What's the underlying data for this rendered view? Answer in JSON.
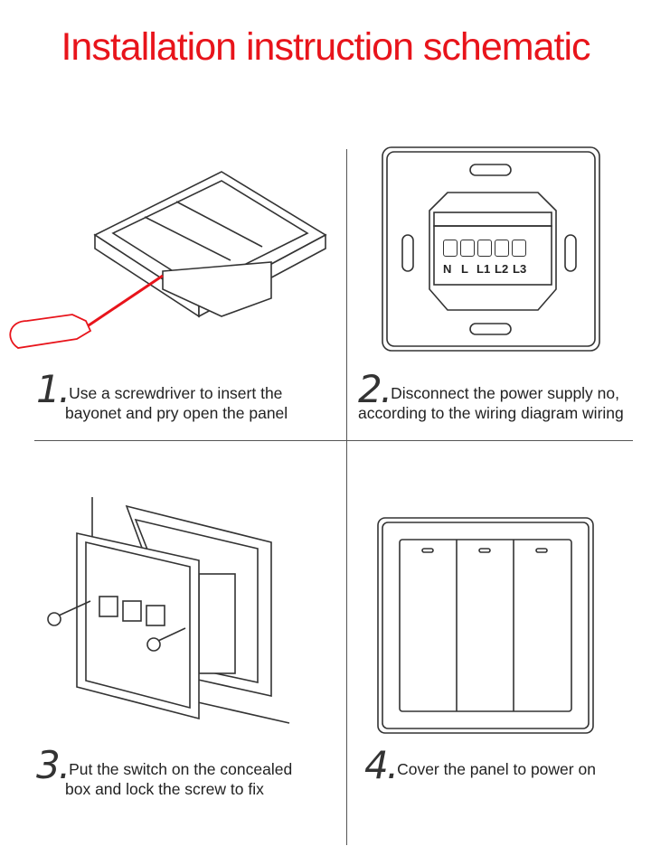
{
  "title": "Installation instruction schematic",
  "steps": [
    {
      "number": "1.",
      "line1": "Use a screwdriver to insert the",
      "line2": "bayonet and pry open the panel"
    },
    {
      "number": "2.",
      "line1": "Disconnect the power supply no,",
      "line2": "according to the wiring diagram wiring"
    },
    {
      "number": "3.",
      "line1": "Put the switch on the concealed",
      "line2": "box and lock the screw to fix"
    },
    {
      "number": "4.",
      "line1": "Cover the panel to power on",
      "line2": ""
    }
  ],
  "terminals": [
    "N",
    "L",
    "L1",
    "L2",
    "L3"
  ],
  "colors": {
    "title": "#e8141b",
    "screwdriver": "#e8141b"
  }
}
